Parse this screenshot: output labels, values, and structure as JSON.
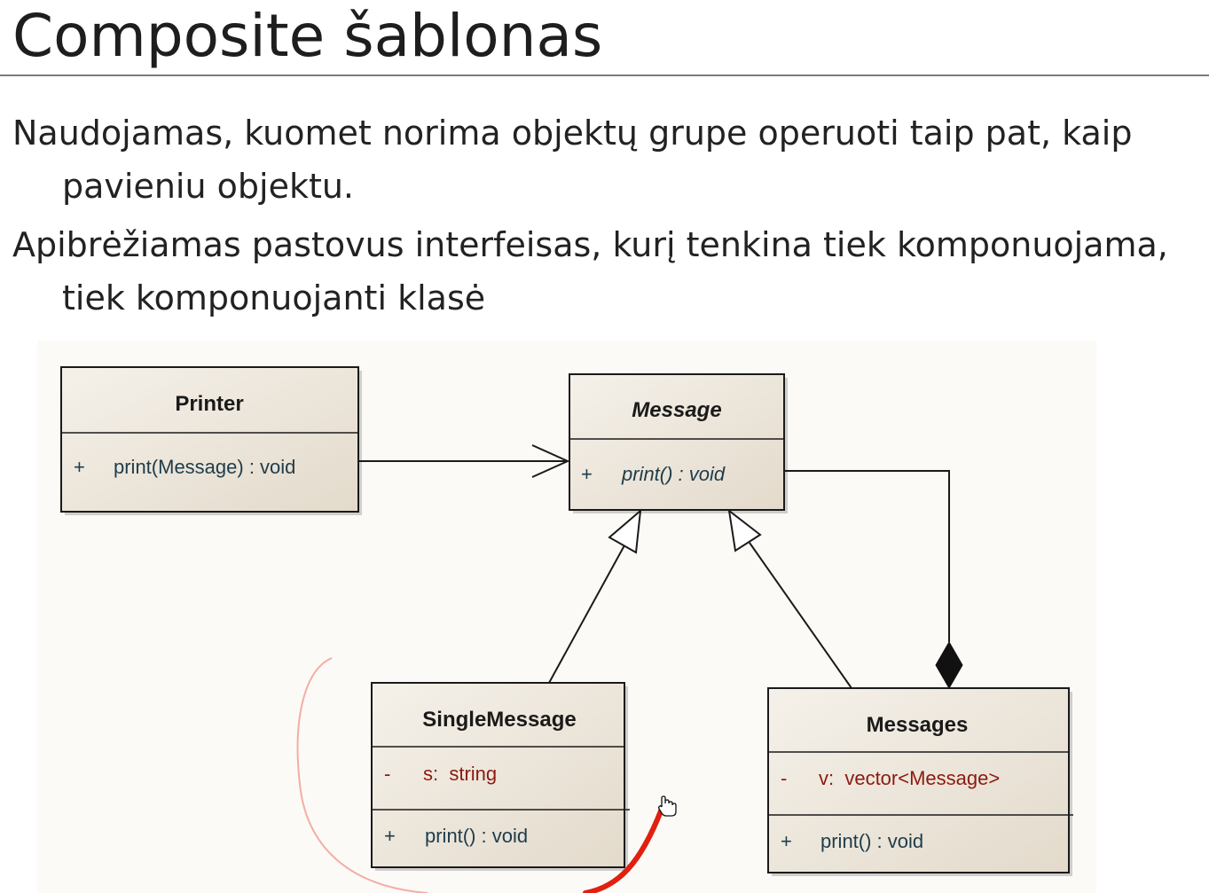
{
  "slide": {
    "title": "Composite šablonas",
    "bullets": [
      {
        "line1": "Naudojamas, kuomet norima objektų grupe operuoti taip pat, kaip",
        "line2": "pavieniu objektu."
      },
      {
        "line1": "Apibrėžiamas pastovus interfeisas, kurį tenkina tiek komponuojama,",
        "line2": "tiek komponuojanti klasė"
      }
    ]
  },
  "diagram": {
    "classes": {
      "printer": {
        "name": "Printer",
        "members": [
          {
            "vis": "+",
            "text": "print(Message) : void"
          }
        ]
      },
      "message": {
        "name": "Message",
        "members": [
          {
            "vis": "+",
            "text": "print() : void"
          }
        ]
      },
      "single": {
        "name": "SingleMessage",
        "attributes": [
          {
            "vis": "-",
            "text": "s:  string"
          }
        ],
        "methods": [
          {
            "vis": "+",
            "text": "print() : void"
          }
        ]
      },
      "messages": {
        "name": "Messages",
        "attributes": [
          {
            "vis": "-",
            "text": "v:  vector<Message>"
          }
        ],
        "methods": [
          {
            "vis": "+",
            "text": "print() : void"
          }
        ]
      }
    },
    "colors": {
      "box_fill": "#ebe4d8",
      "box_border": "#1a1a1a",
      "method_text": "#1f3c4a",
      "attribute_text": "#8b1a10",
      "annotation_stroke": "#e02010"
    },
    "annotation": {
      "type": "hand-drawn red curve"
    },
    "cursor": {
      "icon": "hand-pointer-icon"
    }
  }
}
